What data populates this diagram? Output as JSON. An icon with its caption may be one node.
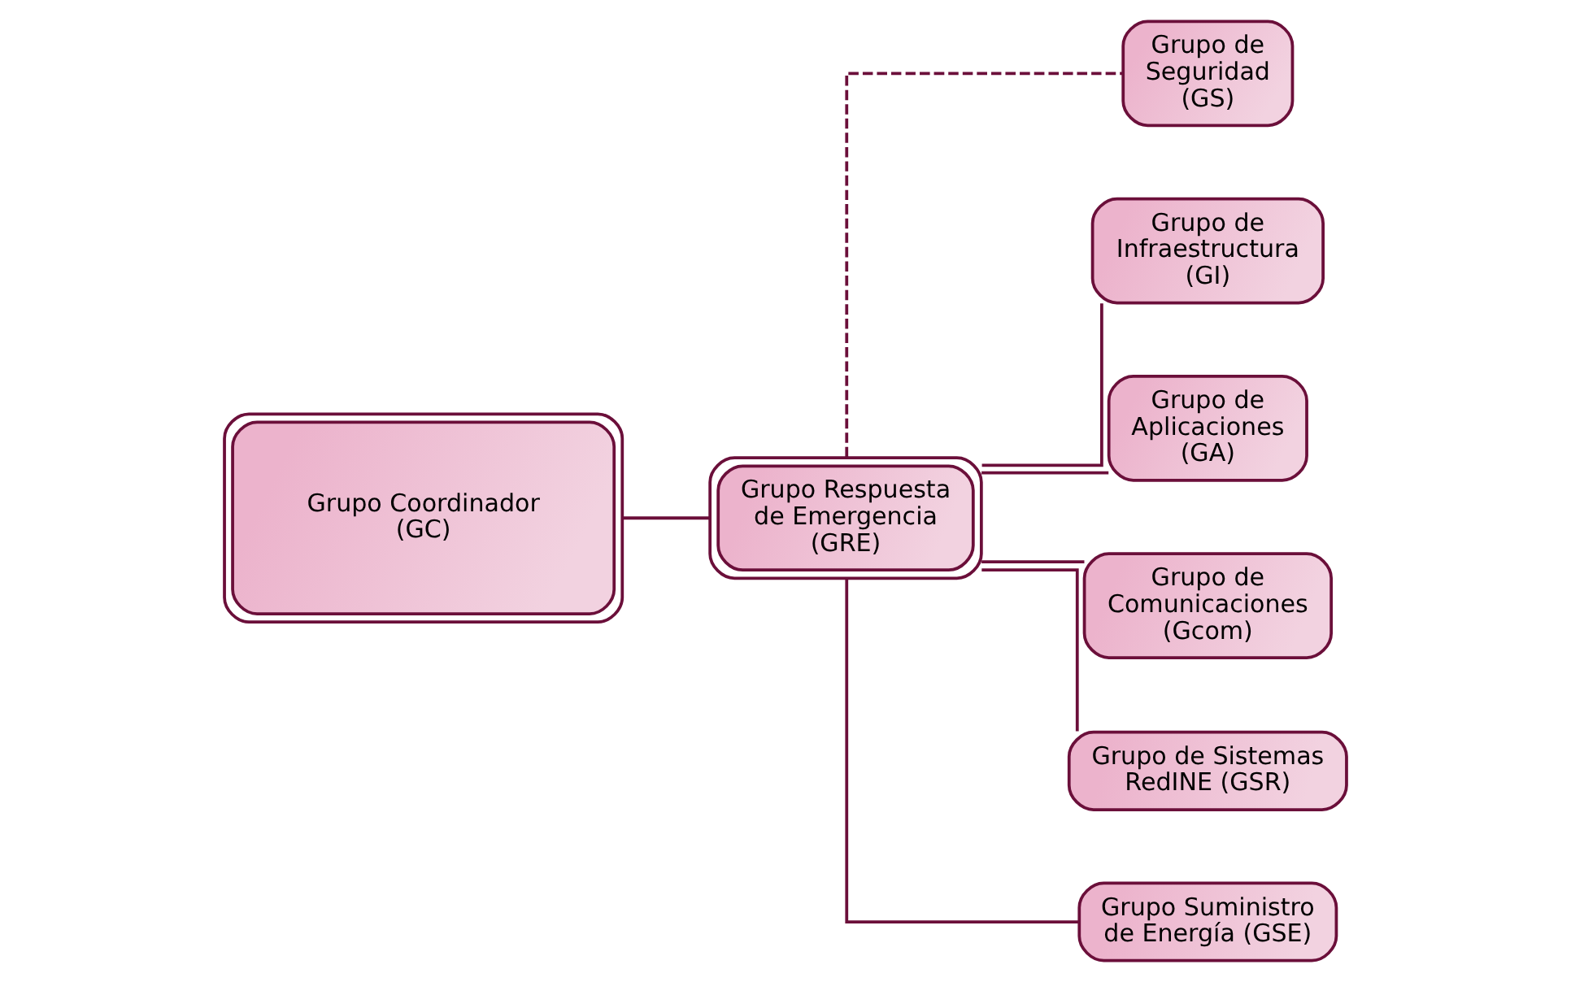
{
  "diagram": {
    "nodes": [
      {
        "text": [
          "Grupo Coordinador (GC)"
        ]
      },
      {
        "text": [
          "Grupo Respuesta de Emergencia (GRE)"
        ]
      },
      {
        "text": [
          "Grupo de Seguridad (GS)"
        ]
      },
      {
        "text": [
          "Grupo de Infraestructura (GI)"
        ]
      },
      {
        "text": [
          "Grupo de Aplicaciones (GA)"
        ]
      },
      {
        "text": [
          "Grupo de Comunicaciones (Gcom)"
        ]
      },
      {
        "text": [
          "Grupo de Sistemas RedINE (GSR)"
        ]
      },
      {
        "text": [
          "Grupo Suministro de Energía (GSE)"
        ]
      }
    ],
    "edges": [
      {
        "from": 0,
        "to": 1,
        "arrow": "none"
      },
      {
        "from": 1,
        "to": 2,
        "arrow": "none",
        "style": "dashed"
      },
      {
        "from": 1,
        "to": 3,
        "arrow": "none"
      },
      {
        "from": 1,
        "to": 4,
        "arrow": "none"
      },
      {
        "from": 1,
        "to": 5,
        "arrow": "none"
      },
      {
        "from": 1,
        "to": 6,
        "arrow": "none"
      },
      {
        "from": 1,
        "to": 7,
        "arrow": "none"
      }
    ]
  }
}
